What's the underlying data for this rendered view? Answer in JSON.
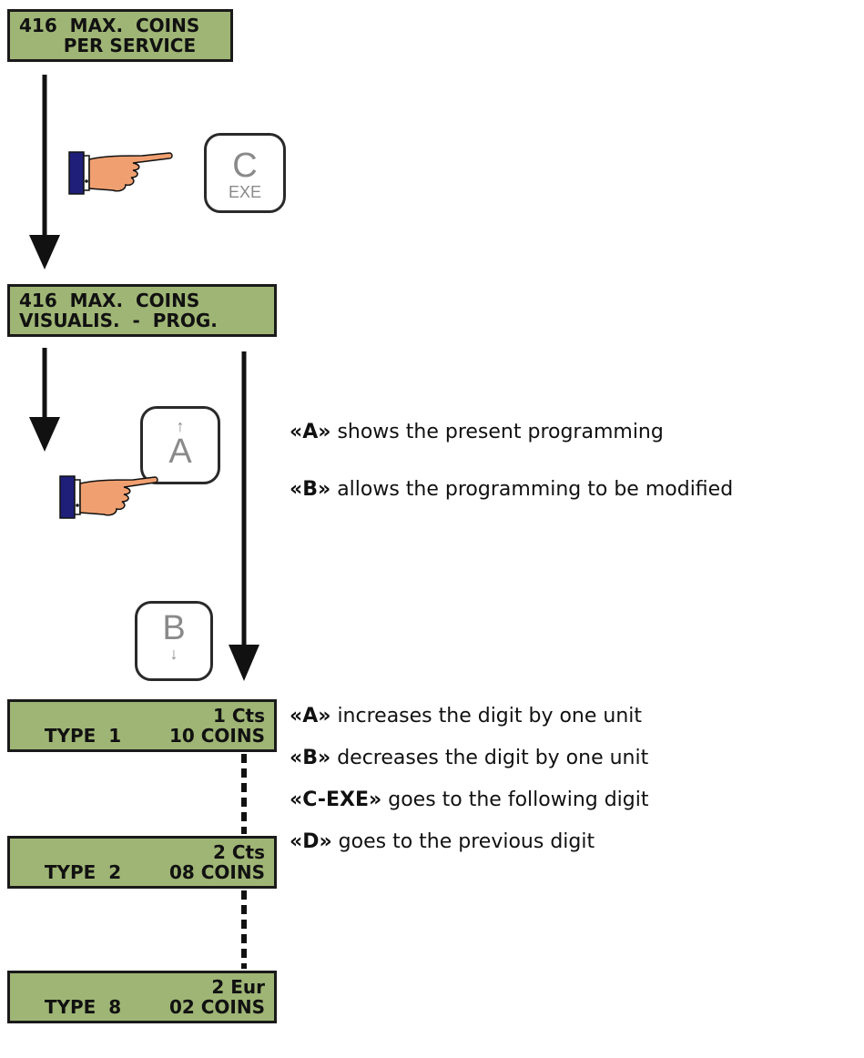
{
  "lcd1": {
    "line1": "416  MAX.  COINS",
    "line2": "       PER SERVICE"
  },
  "lcd2": {
    "line1": "416  MAX.  COINS",
    "line2": "VISUALIS.  -  PROG."
  },
  "lcd3": {
    "left": "TYPE  1",
    "right1": "1 Cts",
    "right2": "10 COINS"
  },
  "lcd4": {
    "left": "TYPE  2",
    "right1": "2 Cts",
    "right2": "08 COINS"
  },
  "lcd5": {
    "left": "TYPE  8",
    "right1": "2 Eur",
    "right2": "02 COINS"
  },
  "key_c": {
    "main": "C",
    "sub": "EXE"
  },
  "key_a": {
    "arrow": "↑",
    "main": "A"
  },
  "key_b": {
    "main": "B",
    "arrow": "↓"
  },
  "notes_group1": [
    {
      "key": "«A»",
      "text": " shows the present programming"
    },
    {
      "key": "«B»",
      "text": " allows the programming to be modified"
    }
  ],
  "notes_group2": [
    {
      "key": "«A»",
      "text": " increases the digit by one unit"
    },
    {
      "key": "«B»",
      "text": " decreases the digit by one unit"
    },
    {
      "key": "«C-EXE»",
      "text": " goes to the following digit"
    },
    {
      "key": "«D»",
      "text": " goes to the previous digit"
    }
  ],
  "colors": {
    "lcd_background": "#9fb575",
    "sleeve": "#1f1f7a",
    "hand": "#f0a070"
  }
}
